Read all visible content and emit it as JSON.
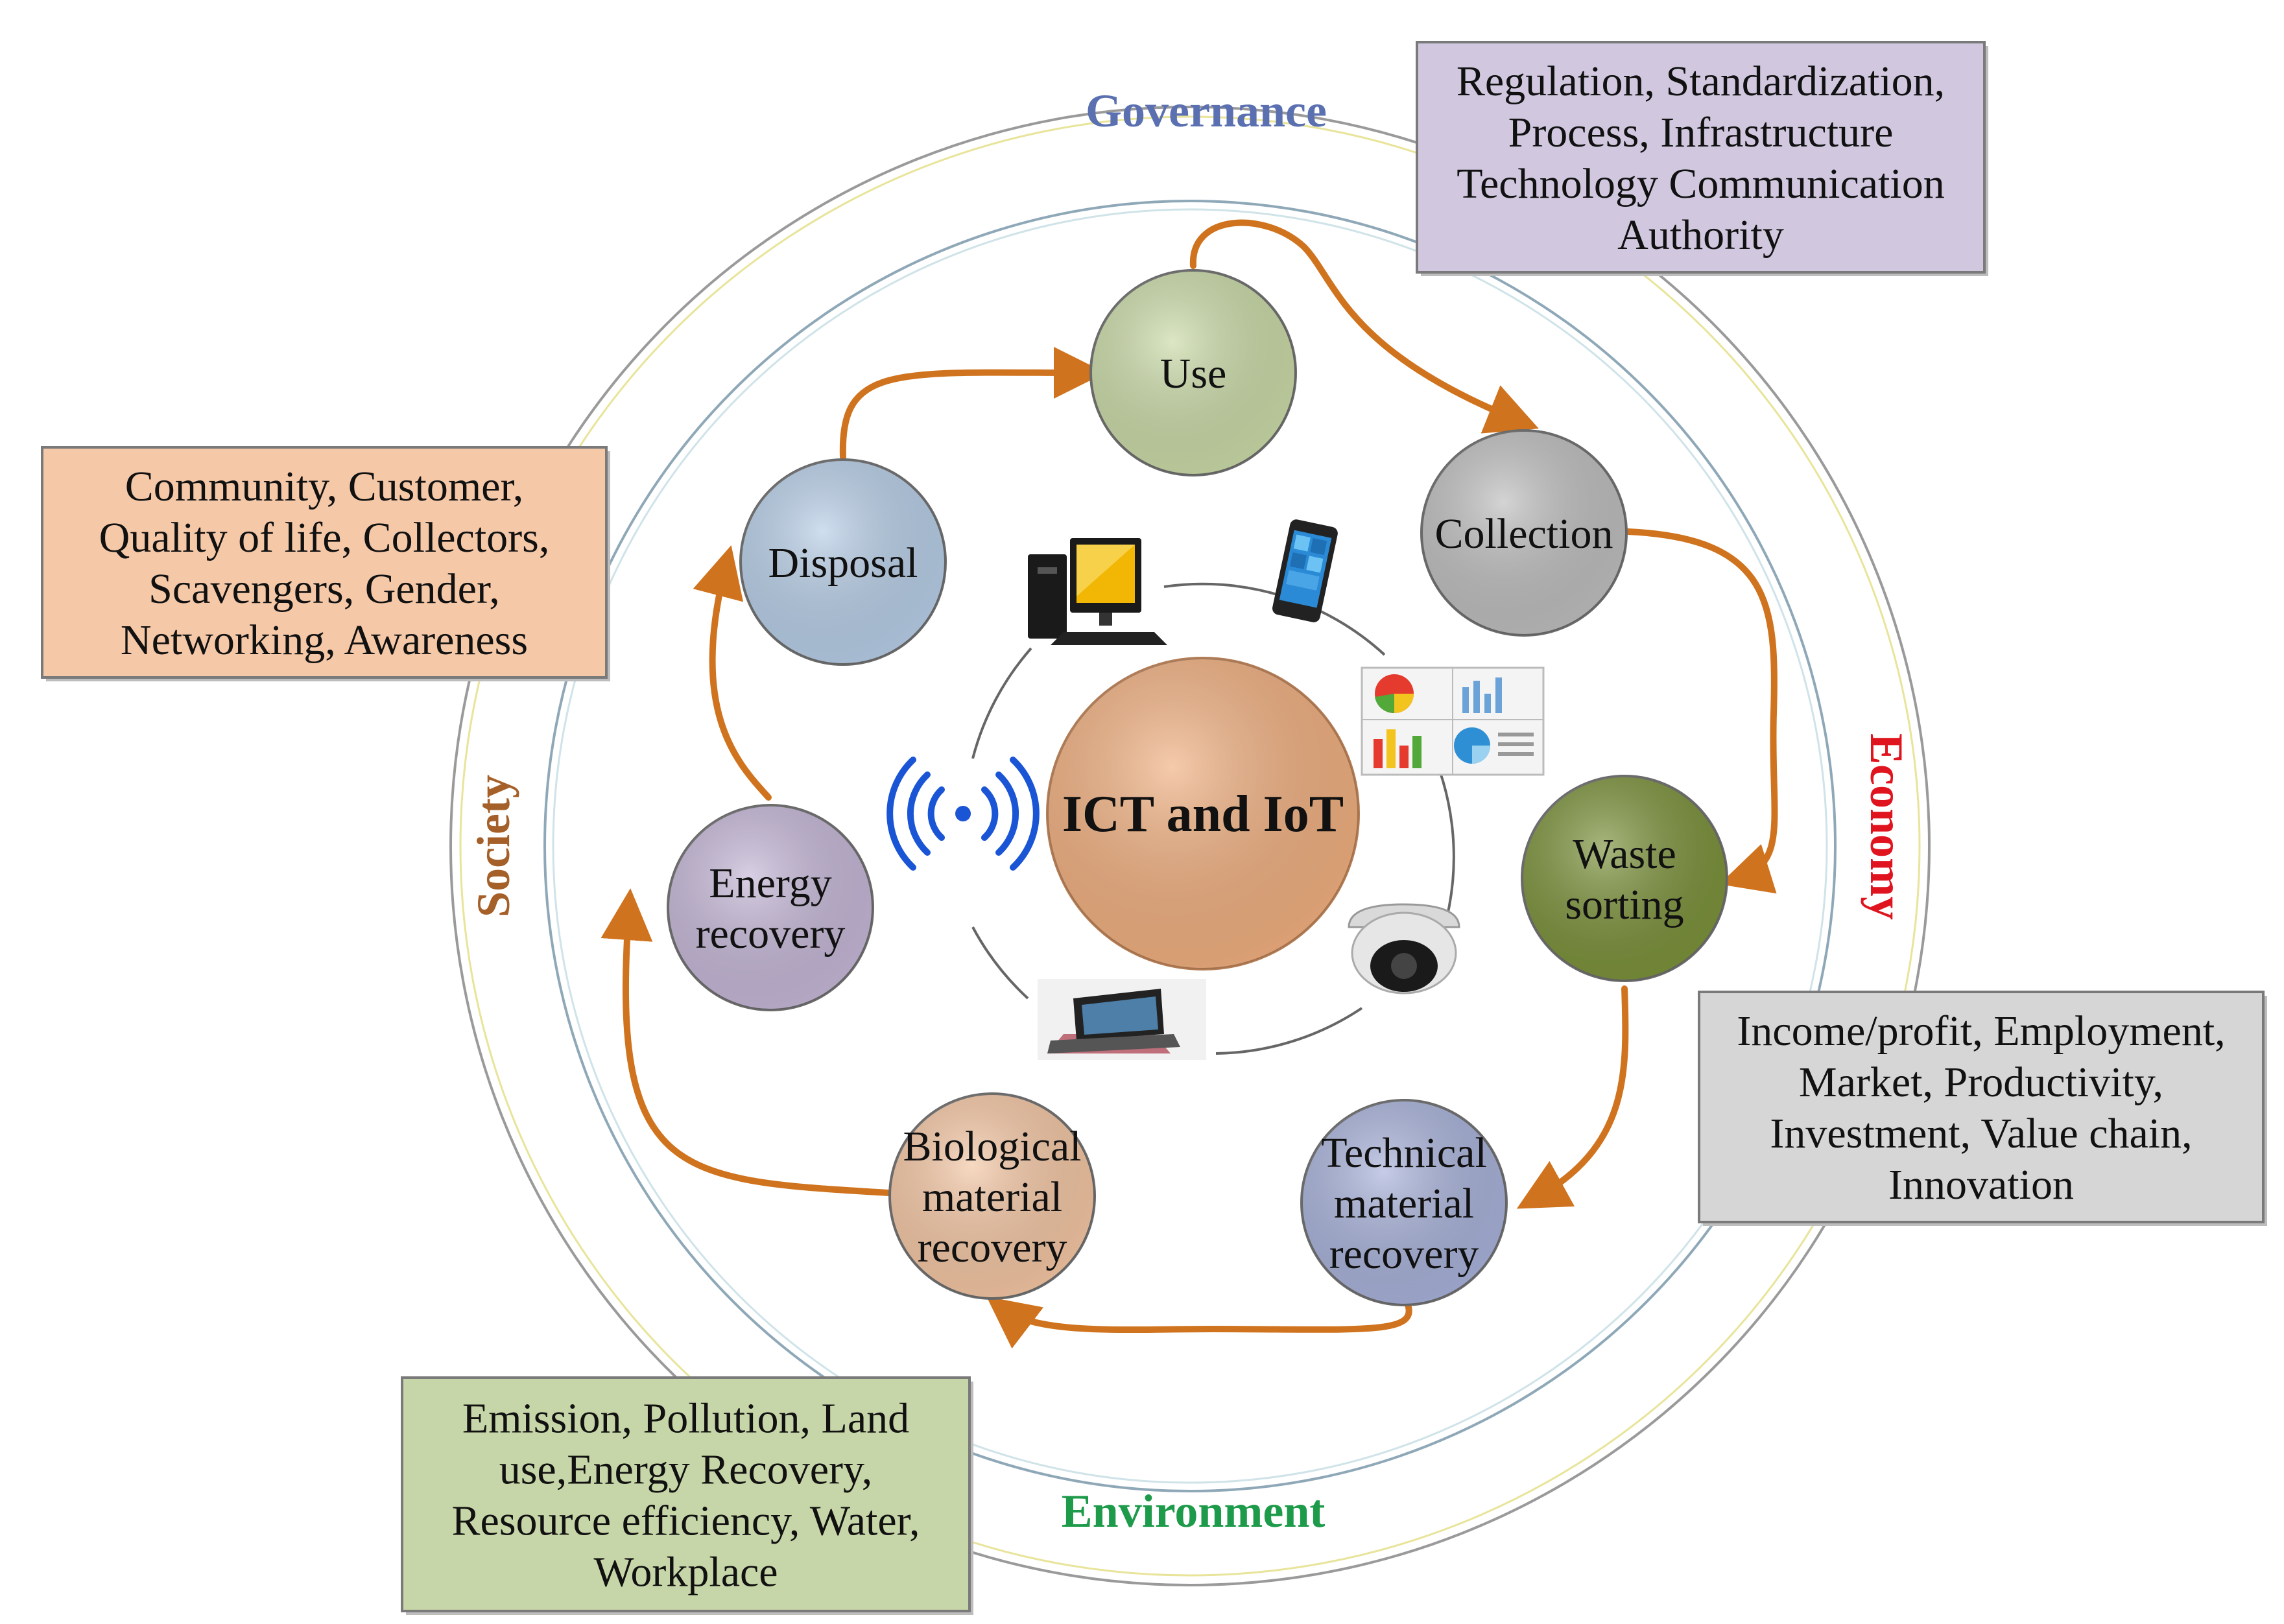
{
  "colors": {
    "arrow": "#d0731e",
    "governance": "#5b70b0",
    "economy": "#e0141e",
    "environment": "#1e9b4a",
    "society": "#a5602a",
    "center": "#efae7e",
    "use": "#c9d9a6",
    "collection": "#bdbdbd",
    "waste_sorting": "#7a9039",
    "technical": "#a7b1d9",
    "biological": "#f3c5a2",
    "energy": "#c4b6d6",
    "disposal": "#b6cde6",
    "box_top_right": "#d1c8e0",
    "box_left": "#f5c8a8",
    "box_right": "#d6d6d6",
    "box_bottom": "#c7d6a8"
  },
  "center": {
    "label": "ICT and IoT"
  },
  "pillars": {
    "governance": "Governance",
    "economy": "Economy",
    "environment": "Environment",
    "society": "Society"
  },
  "nodes": {
    "use": [
      "Use"
    ],
    "collection": [
      "Collection"
    ],
    "waste_sorting": [
      "Waste",
      "sorting"
    ],
    "technical": [
      "Technical",
      "material",
      "recovery"
    ],
    "biological": [
      "Biological",
      "material",
      "recovery"
    ],
    "energy": [
      "Energy",
      "recovery"
    ],
    "disposal": [
      "Disposal"
    ]
  },
  "boxes": {
    "governance": [
      "Regulation, Standardization,",
      "Process, Infrastructure",
      "Technology Communication",
      "Authority"
    ],
    "society": [
      "Community, Customer,",
      "Quality of life, Collectors,",
      "Scavengers, Gender,",
      "Networking, Awareness"
    ],
    "economy": [
      "Income/profit, Employment,",
      "Market, Productivity,",
      "Investment, Value chain,",
      "Innovation"
    ],
    "environment": [
      "Emission, Pollution, Land",
      "use,Energy Recovery,",
      "Resource  efficiency, Water,",
      "Workplace"
    ]
  },
  "device_icons": [
    "desktop-computer-icon",
    "smartphone-icon",
    "dashboard-charts-icon",
    "security-camera-icon",
    "tablet-icon",
    "wireless-signal-icon"
  ]
}
